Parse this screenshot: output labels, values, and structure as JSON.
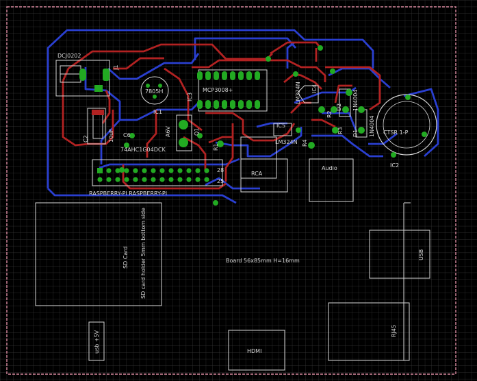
{
  "board": {
    "title": "Board 56x85mm  H=16mm",
    "colors": {
      "background": "#000000",
      "grid": "#3a3a3a",
      "outline": "#d98aa0",
      "top_copper": "#b22222",
      "bottom_copper": "#2a3fd0",
      "pad": "#22aa22",
      "silkscreen": "#d8d8d8"
    }
  },
  "components": {
    "dcj": "DCJ0202",
    "j1": "J1",
    "c2": "C2",
    "c2_val": "10uF",
    "reg": "7805H",
    "ic1": "IC1",
    "c6": "C6",
    "ic3": "IC3",
    "mcp": "MCP3008+",
    "lm324": "LM324N",
    "ic4": "IC4",
    "r2": "R2",
    "r3": "R3",
    "r4": "R4",
    "r1": "R1",
    "d1": "D1",
    "d1_val": "1N4004",
    "d2": "D2",
    "d2_val": "1N4004",
    "ic5": "IC5",
    "ic5_val": "LM324N",
    "ctsr": "CTSR 1-P",
    "ic2": "IC2",
    "avc": "A6V",
    "q1": "Q1",
    "hc": "74AHC1G04DCK",
    "header_28": "28",
    "header_25": "25",
    "rpi": "RASPBERRY-PI  RASPBERRY-PI"
  },
  "footprints": {
    "sd": "SD Card",
    "sd_holder": "SD card holder 5mm bottom side",
    "rca": "RCA",
    "audio": "Audio",
    "usb": "USB",
    "rj45": "RJ45",
    "hdmi": "HDMI",
    "usb5v": "usb +5V"
  }
}
